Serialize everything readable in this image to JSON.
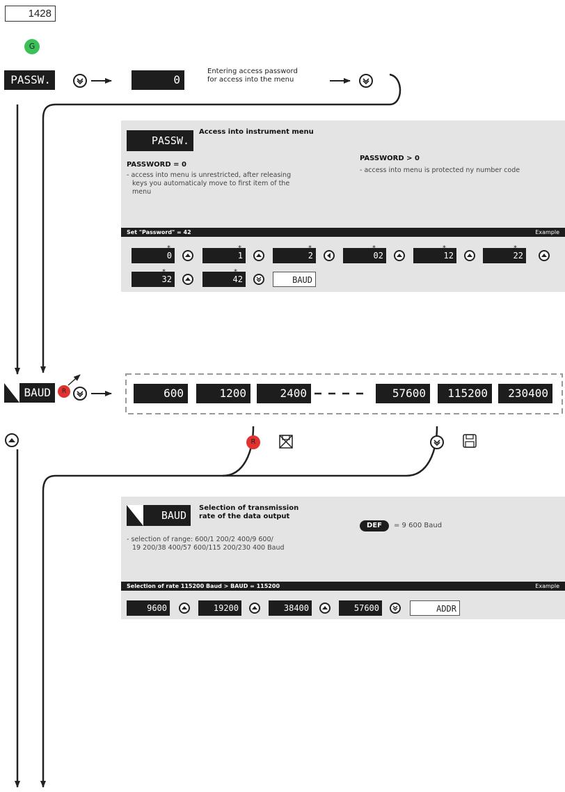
{
  "page_number": "1428",
  "green_dot": "G",
  "passw_row": {
    "display": "PASSW.",
    "value_display": "0",
    "description_line1": "Entering access password",
    "description_line2": "for access into the menu"
  },
  "passw_box": {
    "display": "PASSW.",
    "title": "Access into instrument menu",
    "pw0_heading": "PASSWORD = 0",
    "pw0_text_1": "- access into menu is unrestricted, after releasing",
    "pw0_text_2": "keys you automaticaly move to first  item of the",
    "pw0_text_3": "menu",
    "pwgt_heading": "PASSWORD > 0",
    "pwgt_text": "- access into menu is protected ny number code",
    "example_bar": "Set \"Password\" = 42",
    "example_label": "Example",
    "example_row1": [
      "0",
      "1",
      "2",
      "02",
      "12",
      "22"
    ],
    "example_row2": [
      "32",
      "42"
    ],
    "example_next": "BAUD"
  },
  "baud_row": {
    "reset_dot": "R",
    "display": "BAUD",
    "options": [
      "600",
      "1200",
      "2400",
      "57600",
      "115200",
      "230400"
    ]
  },
  "baud_box": {
    "display": "BAUD",
    "title_line1": "Selection of transmission",
    "title_line2": "rate of the data output",
    "def_badge": "DEF",
    "def_text": "= 9 600 Baud",
    "text_1": "- selection of range:  600/1 200/2 400/9 600/",
    "text_2": "19 200/38 400/57 600/115 200/230 400 Baud",
    "example_bar": "Selection of rate 115200 Baud   > BAUD = 115200",
    "example_label": "Example",
    "example_row": [
      "9600",
      "19200",
      "38400",
      "57600"
    ],
    "example_next": "ADDR"
  },
  "colors": {
    "display_bg": "#1d1d1d",
    "box_bg": "#e4e4e4",
    "green": "#3cc15a",
    "red": "#e0332f"
  }
}
